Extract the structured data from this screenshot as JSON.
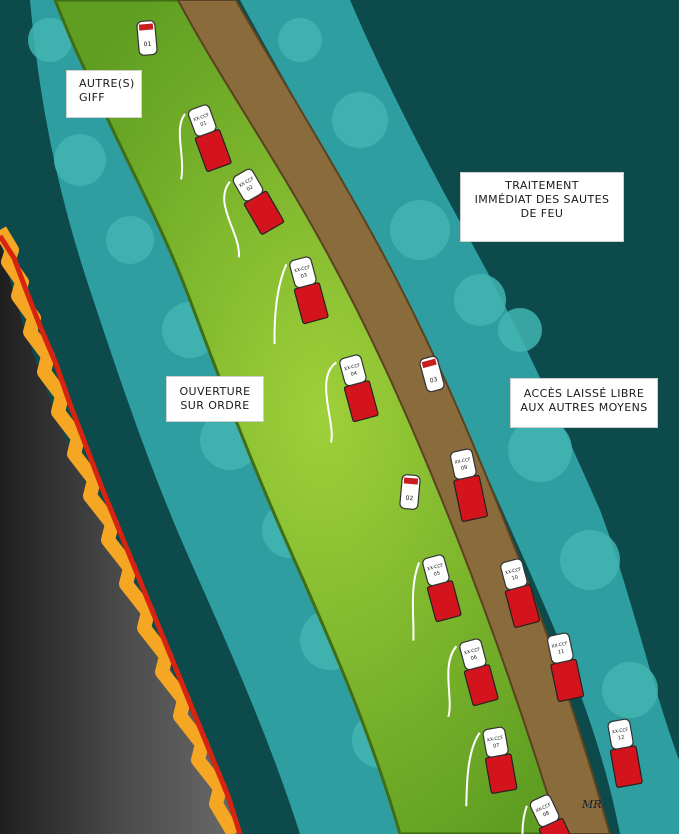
{
  "labels": {
    "autres_giff": "AUTRE(S)\nGIFF",
    "traitement": "TRAITEMENT\nIMMÉDIAT DES SAUTES\nDE FEU",
    "ouverture": "OUVERTURE\nSUR ORDRE",
    "acces": "ACCÈS LAISSÉ LIBRE\nAUX AUTRES MOYENS"
  },
  "vehicles": {
    "lead_cars": [
      {
        "plate": "01"
      },
      {
        "plate": "03"
      },
      {
        "plate": "02"
      }
    ],
    "trucks": [
      {
        "code": "XX-CCF",
        "number": "01"
      },
      {
        "code": "XX-CCF",
        "number": "02"
      },
      {
        "code": "XX-CCF",
        "number": "03"
      },
      {
        "code": "XX-CCF",
        "number": "04"
      },
      {
        "code": "XX-CCF",
        "number": "05"
      },
      {
        "code": "XX-CCF",
        "number": "06"
      },
      {
        "code": "XX-CCF",
        "number": "07"
      },
      {
        "code": "XX-CCF",
        "number": "08"
      },
      {
        "code": "XX-CCF",
        "number": "09"
      },
      {
        "code": "XX-CCF",
        "number": "10"
      },
      {
        "code": "XX-CCF",
        "number": "11"
      },
      {
        "code": "XX-CCF",
        "number": "12"
      }
    ]
  },
  "signature": "MR",
  "colors": {
    "background": "#0d4a4c",
    "vegetation": "#2f9ea0",
    "grass": "#7fbf2a",
    "track": "#8a6b3c",
    "burnt": "#3a3a3a",
    "fire": "#f5a623",
    "truck": "#d4141c"
  }
}
